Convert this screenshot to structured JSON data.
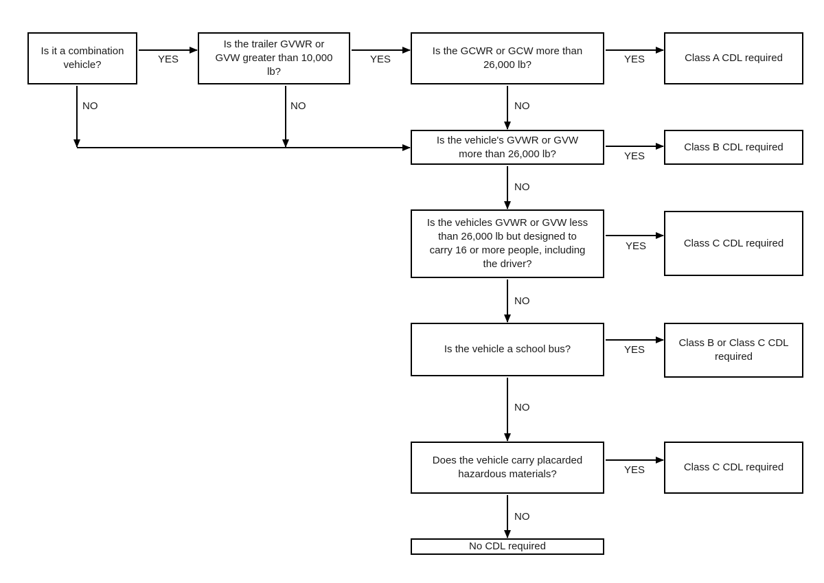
{
  "edge_labels": {
    "yes": "YES",
    "no": "NO"
  },
  "colors": {
    "background": "#ffffff",
    "line": "#000000",
    "box_border": "#000000",
    "text": "#1a1a1a"
  },
  "nodes": {
    "q_combination": {
      "text": "Is it a combination\nvehicle?"
    },
    "q_trailer": {
      "text": "Is the trailer GVWR or\nGVW greater than 10,000\nlb?"
    },
    "q_gcwr": {
      "text": "Is the GCWR or GCW more than\n26,000 lb?"
    },
    "r_class_a": {
      "text": "Class A CDL required"
    },
    "q_vehicle_weight": {
      "text": "Is the vehicle's GVWR or GVW\nmore than 26,000 lb?"
    },
    "r_class_b": {
      "text": "Class B CDL required"
    },
    "q_passengers": {
      "text": "Is the vehicles GVWR or GVW less\nthan 26,000 lb but designed to\ncarry 16 or more people, including\nthe driver?"
    },
    "r_class_c_passengers": {
      "text": "Class C CDL required"
    },
    "q_school_bus": {
      "text": "Is the vehicle a school bus?"
    },
    "r_class_b_or_c": {
      "text": "Class B or Class C CDL\nrequired"
    },
    "q_hazmat": {
      "text": "Does the vehicle carry placarded\nhazardous materials?"
    },
    "r_class_c_hazmat": {
      "text": "Class C CDL required"
    },
    "r_no_cdl": {
      "text": "No CDL required"
    }
  }
}
